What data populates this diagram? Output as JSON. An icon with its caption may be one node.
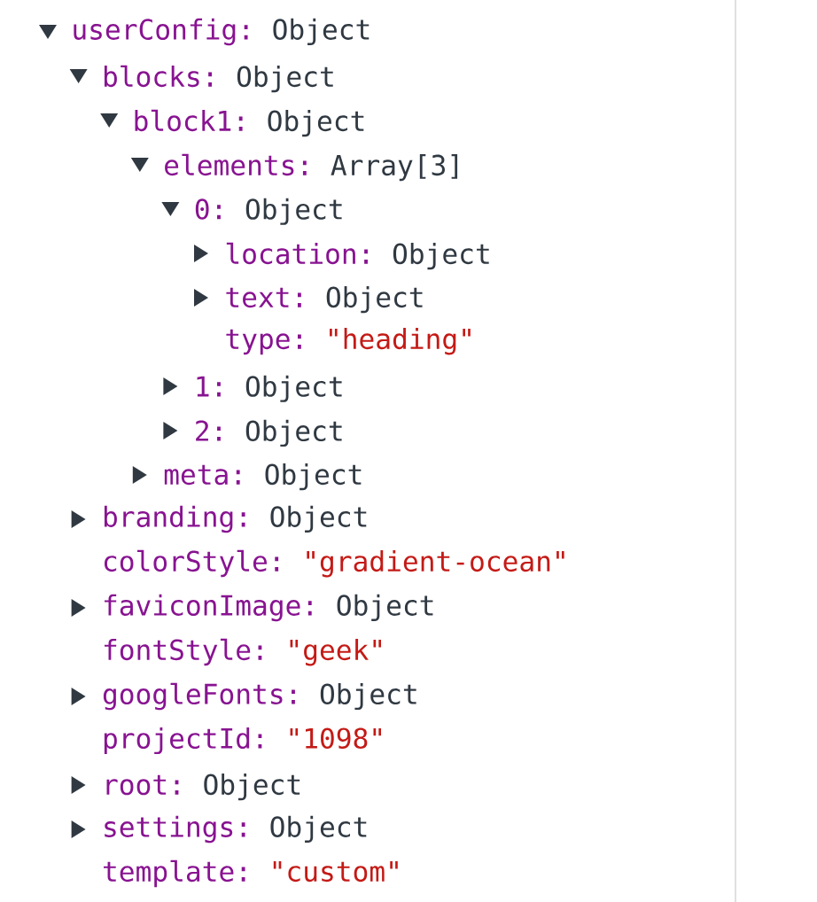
{
  "diagram": {
    "labels": [
      "userConfig:",
      "Object",
      "blocks:",
      "Object",
      "block1:",
      "Object",
      "elements:",
      "Array[3]",
      "0:",
      "Object",
      "location:",
      "Object",
      "text:",
      "Object",
      "type:",
      "\"heading\"",
      "1:",
      "Object",
      "2:",
      "Object",
      "meta:",
      "Object",
      "branding:",
      "Object",
      "colorStyle:",
      "\"gradient-ocean\"",
      "faviconImage:",
      "Object",
      "fontStyle:",
      "\"geek\"",
      "googleFonts:",
      "Object",
      "projectId:",
      "\"1098\"",
      "root:",
      "Object",
      "settings:",
      "Object",
      "template:",
      "\"custom\""
    ]
  }
}
